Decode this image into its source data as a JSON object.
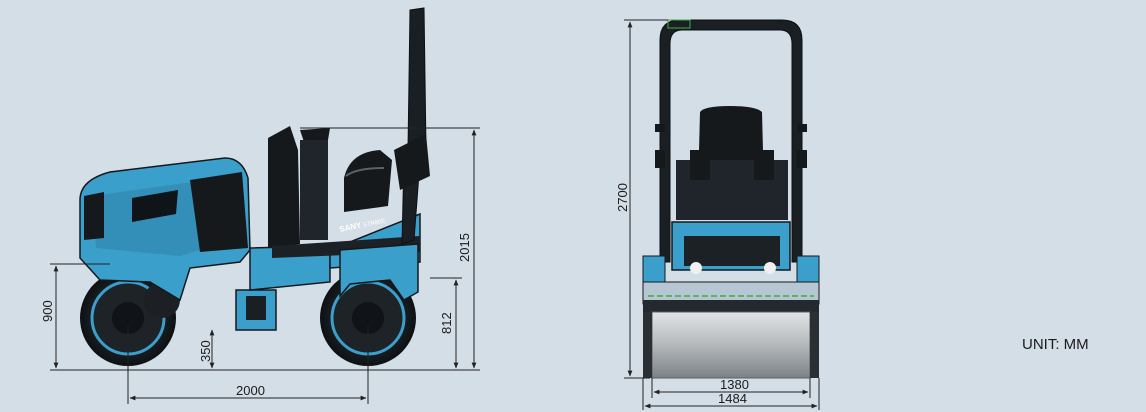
{
  "machine": {
    "brand_badge": "SANY",
    "model_badge": "STR80E"
  },
  "side_view": {
    "dimensions": {
      "overall_height": "2015",
      "hood_height": "900",
      "wheelbase": "2000",
      "drum_center_height": "812",
      "ground_clearance": "350"
    }
  },
  "front_view": {
    "dimensions": {
      "rops_height": "2700",
      "drum_width": "1380",
      "overall_width": "1484"
    }
  },
  "unit_label": "UNIT: MM",
  "colors": {
    "background": "#d4dee7",
    "body": "#3a9fcb",
    "body_shadow": "#2b7ea6",
    "frame_dark": "#161a1e",
    "drum_steel": "#b9bdc0",
    "dimension_line": "#222222",
    "accent_green": "#3fae3b"
  }
}
